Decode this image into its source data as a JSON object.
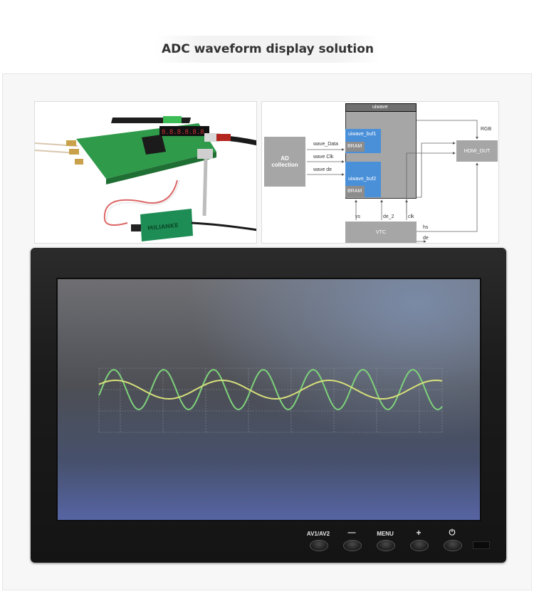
{
  "page": {
    "title": "ADC waveform display solution"
  },
  "diagram": {
    "uiwave": "uiwave",
    "ad_collection": "AD\ncollection",
    "buf1": "uiwave_buf1",
    "buf2": "uiwave_buf2",
    "bram": "BRAM",
    "wave_data": "wave_Data",
    "wave_clk": "wave Clk",
    "wave_de": "wave de",
    "rgb": "RGB",
    "hdmi_out": "HDMI_OUT",
    "vtc": "VTC",
    "vs": "vs",
    "de_2": "de_2",
    "clk": "clk",
    "hs": "hs",
    "de": "de"
  },
  "photo": {
    "brand": "MILIANKE"
  },
  "monitor": {
    "buttons": [
      "AV1/AV2",
      "—",
      "MENU",
      "+",
      "⏻"
    ]
  },
  "colors": {
    "block_gray": "#a6a6a6",
    "buf_blue": "#4a90d9",
    "trace_green": "#7ed27a",
    "trace_yellow": "#d8e07a"
  }
}
